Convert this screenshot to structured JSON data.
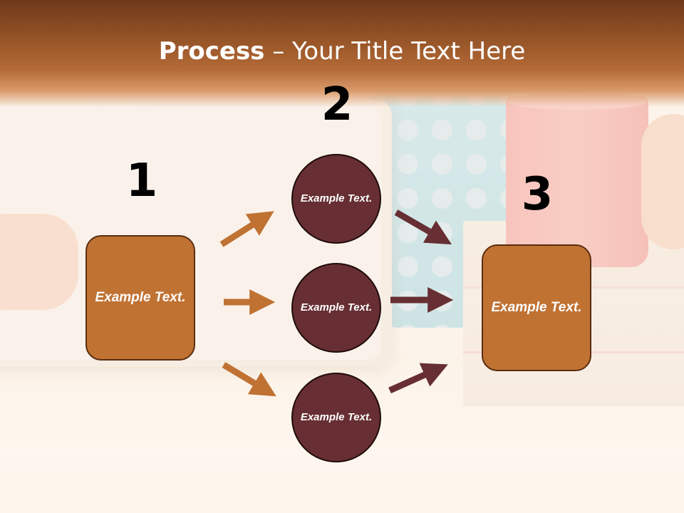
{
  "title": {
    "bold": "Process",
    "rest": " – Your Title Text Here"
  },
  "numbers": [
    "1",
    "2",
    "3"
  ],
  "step1": {
    "text": "Example Text."
  },
  "step2": [
    {
      "text": "Example Text."
    },
    {
      "text": "Example Text."
    },
    {
      "text": "Example Text."
    }
  ],
  "step3": {
    "text": "Example Text."
  },
  "colors": {
    "title_bar": "#8f4e24",
    "box_fill": "#c07233",
    "circle_fill": "#672f33",
    "arrow_light": "#c07233",
    "arrow_dark": "#672f33"
  }
}
